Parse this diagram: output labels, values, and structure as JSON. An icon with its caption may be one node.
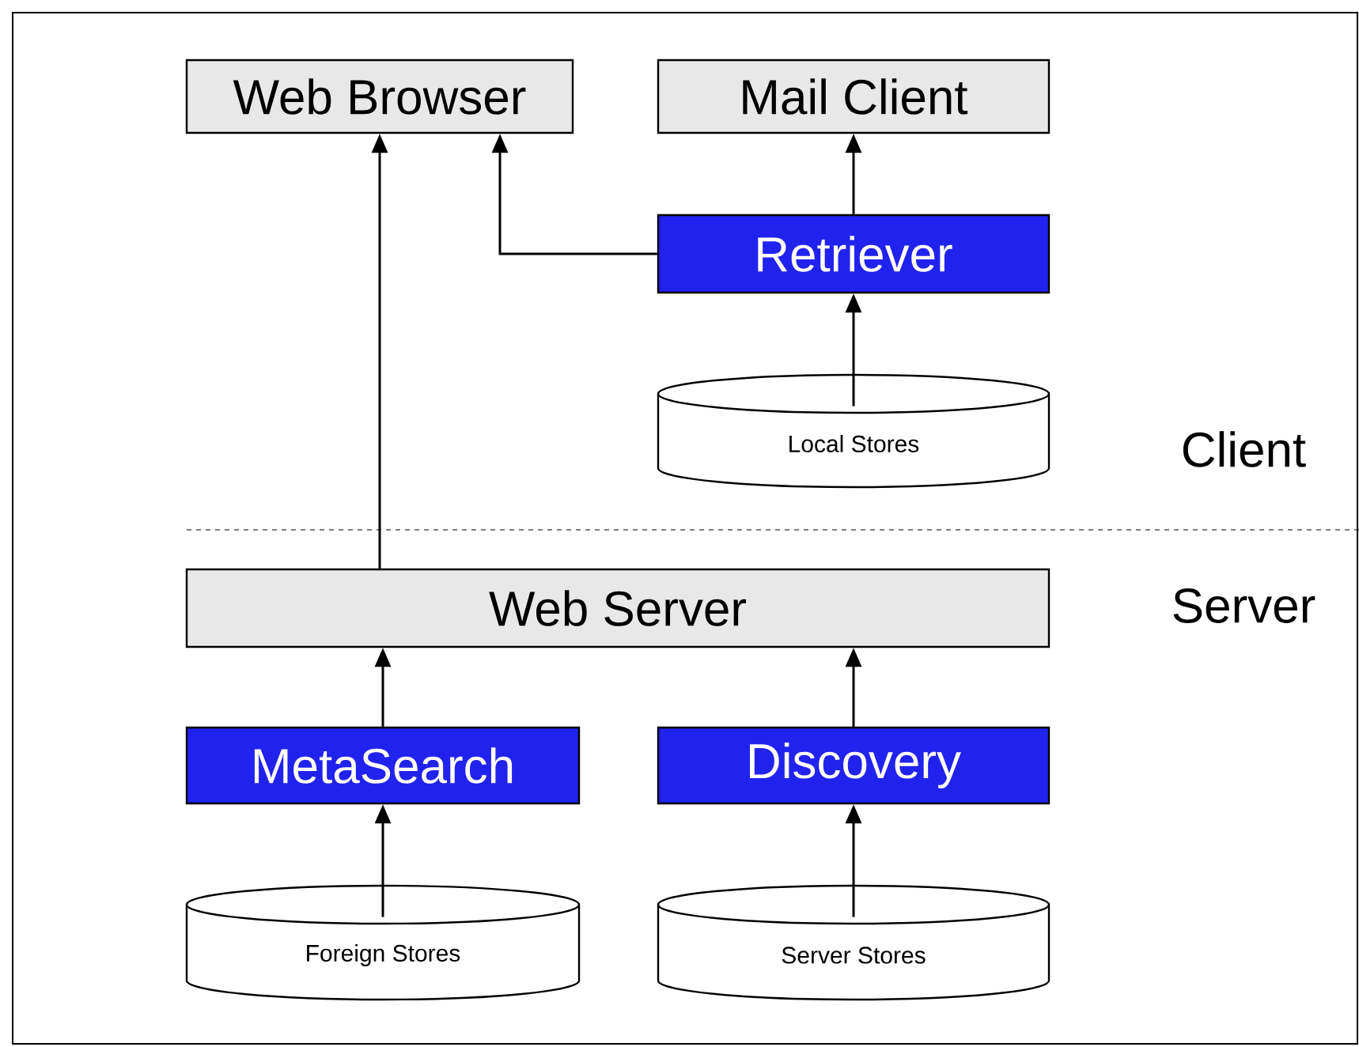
{
  "diagram": {
    "nodes": [
      {
        "text": [
          "Web Browser"
        ]
      },
      {
        "text": [
          "Mail Client"
        ]
      },
      {
        "text": [
          "Retriever"
        ]
      },
      {
        "text": [
          "Local Stores"
        ]
      },
      {
        "text": [
          "Web Server"
        ]
      },
      {
        "text": [
          "MetaSearch"
        ]
      },
      {
        "text": [
          "Discovery"
        ]
      },
      {
        "text": [
          "Foreign Stores"
        ]
      },
      {
        "text": [
          "Server Stores"
        ]
      }
    ],
    "edges": [
      {
        "from": 2,
        "to": 0,
        "arrow": "to"
      },
      {
        "from": 2,
        "to": 1,
        "arrow": "to"
      },
      {
        "from": 3,
        "to": 2,
        "arrow": "to"
      },
      {
        "from": 4,
        "to": 0,
        "arrow": "to"
      },
      {
        "from": 5,
        "to": 4,
        "arrow": "to"
      },
      {
        "from": 6,
        "to": 4,
        "arrow": "to"
      },
      {
        "from": 7,
        "to": 5,
        "arrow": "to"
      },
      {
        "from": 8,
        "to": 6,
        "arrow": "to"
      }
    ],
    "labels": [
      "Client",
      "Server"
    ]
  }
}
